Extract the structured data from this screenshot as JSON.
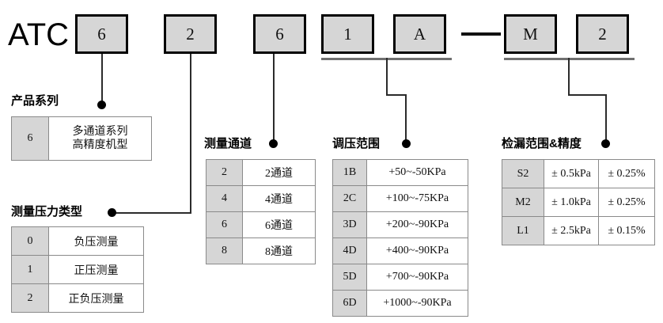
{
  "header": {
    "brand": "ATC",
    "separator": "—",
    "codes": [
      {
        "value": "6",
        "name": "code-series"
      },
      {
        "value": "2",
        "name": "code-pressure-type"
      },
      {
        "value": "6",
        "name": "code-channel"
      },
      {
        "value": "1",
        "name": "code-range-1"
      },
      {
        "value": "A",
        "name": "code-range-2"
      },
      {
        "value": "M",
        "name": "code-leak-1"
      },
      {
        "value": "2",
        "name": "code-leak-2"
      }
    ]
  },
  "sections": {
    "series": {
      "title": "产品系列",
      "rows": [
        {
          "code": "6",
          "line1": "多通道系列",
          "line2": "高精度机型"
        }
      ]
    },
    "pressure_type": {
      "title": "测量压力类型",
      "rows": [
        {
          "code": "0",
          "desc": "负压测量"
        },
        {
          "code": "1",
          "desc": "正压测量"
        },
        {
          "code": "2",
          "desc": "正负压测量"
        }
      ]
    },
    "channel": {
      "title": "测量通道",
      "rows": [
        {
          "code": "2",
          "desc": "2通道"
        },
        {
          "code": "4",
          "desc": "4通道"
        },
        {
          "code": "6",
          "desc": "6通道"
        },
        {
          "code": "8",
          "desc": "8通道"
        }
      ]
    },
    "range": {
      "title": "调压范围",
      "rows": [
        {
          "code": "1B",
          "desc": "+50~-50KPa"
        },
        {
          "code": "2C",
          "desc": "+100~-75KPa"
        },
        {
          "code": "3D",
          "desc": "+200~-90KPa"
        },
        {
          "code": "4D",
          "desc": "+400~-90KPa"
        },
        {
          "code": "5D",
          "desc": "+700~-90KPa"
        },
        {
          "code": "6D",
          "desc": "+1000~-90KPa"
        }
      ]
    },
    "leak": {
      "title": "检漏范围&精度",
      "rows": [
        {
          "code": "S2",
          "range": "± 0.5kPa",
          "accuracy": "± 0.25%"
        },
        {
          "code": "M2",
          "range": "± 1.0kPa",
          "accuracy": "± 0.25%"
        },
        {
          "code": "L1",
          "range": "± 2.5kPa",
          "accuracy": "± 0.15%"
        }
      ]
    }
  },
  "colors": {
    "box_fill": "#d6d6d6",
    "border": "#000000",
    "line": "#2b2b2b",
    "table_border": "#8a8a8a"
  }
}
